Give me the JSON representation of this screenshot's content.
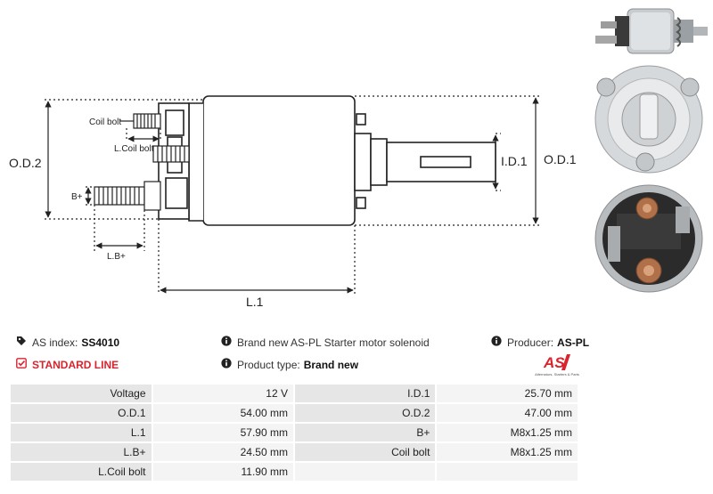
{
  "diagram": {
    "labels": {
      "od2": "O.D.2",
      "od1": "O.D.1",
      "id1": "I.D.1",
      "l1": "L.1",
      "lb_plus": "L.B+",
      "b_plus": "B+",
      "coil_bolt": "Coil bolt",
      "l_coil_bolt": "L.Coil bolt"
    }
  },
  "info": {
    "as_index_label": "AS index:",
    "as_index_value": "SS4010",
    "standard_line": "STANDARD LINE",
    "description": "Brand new AS-PL Starter motor solenoid",
    "product_type_label": "Product type:",
    "product_type_value": "Brand new",
    "producer_label": "Producer:",
    "producer_value": "AS-PL"
  },
  "brand": {
    "logo_text": "AS",
    "tagline": "Alternators, Starters & Parts",
    "color": "#d9232e"
  },
  "specs": [
    {
      "k1": "Voltage",
      "v1": "12 V",
      "k2": "I.D.1",
      "v2": "25.70 mm"
    },
    {
      "k1": "O.D.1",
      "v1": "54.00 mm",
      "k2": "O.D.2",
      "v2": "47.00 mm"
    },
    {
      "k1": "L.1",
      "v1": "57.90 mm",
      "k2": "B+",
      "v2": "M8x1.25 mm"
    },
    {
      "k1": "L.B+",
      "v1": "24.50 mm",
      "k2": "Coil bolt",
      "v2": "M8x1.25 mm"
    },
    {
      "k1": "L.Coil bolt",
      "v1": "11.90 mm",
      "k2": "",
      "v2": ""
    }
  ]
}
